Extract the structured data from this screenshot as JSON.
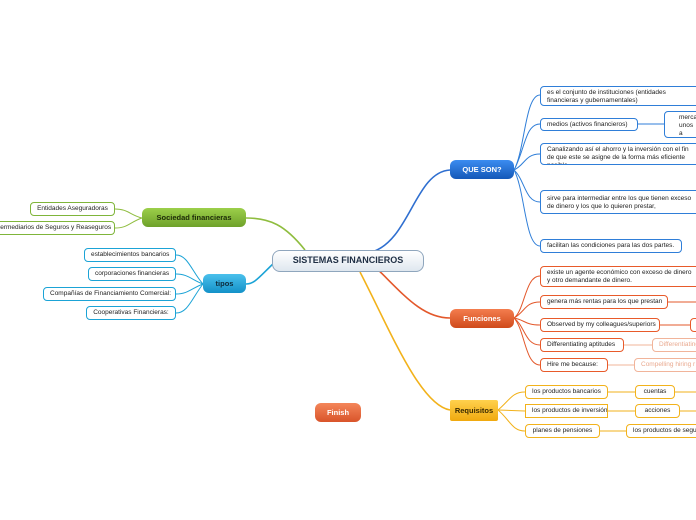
{
  "center": "SISTEMAS FINANCIEROS",
  "que_son": {
    "title": "QUE SON?",
    "items": [
      "es el conjunto de instituciones (entidades financieras y gubernamentales)",
      "medios (activos financieros)",
      "Canalizando así el ahorro y la inversión con el fin de que este se asigne de la forma más eficiente posible",
      "sirve para intermediar entre los que tienen exceso de dinero y los que lo quieren prestar,",
      "facilitan las condiciones para las dos partes."
    ],
    "sub_medios": "mercados, unos a otros, demandantes"
  },
  "funciones": {
    "title": "Funciones",
    "items": [
      "existe un agente económico con exceso de dinero y otro demandante de dinero.",
      "genera más rentas para los que prestan",
      "Observed by my colleagues/superiors",
      "Differentiating aptitudes",
      "Hire me because:"
    ],
    "sub_differentiating": "Differentiating",
    "sub_hire": "Compelling hiring r"
  },
  "requisitos": {
    "title": "Requisitos",
    "items": [
      "los productos bancarios",
      "los productos de inversión",
      "planes de pensiones"
    ],
    "subs": [
      "cuentas",
      "acciones",
      "los productos de segu"
    ]
  },
  "sociedad": {
    "title": "Sociedad financieras",
    "items": [
      "Entidades Aseguradoras",
      "Intermediarios de Seguros y Reaseguros"
    ]
  },
  "tipos": {
    "title": "tipos",
    "items": [
      "establecimientos bancarios",
      "corporaciones financieras",
      "Compañías de Financiamiento Comercial:",
      "Cooperativas Financieras:"
    ]
  },
  "finish": "Finish"
}
